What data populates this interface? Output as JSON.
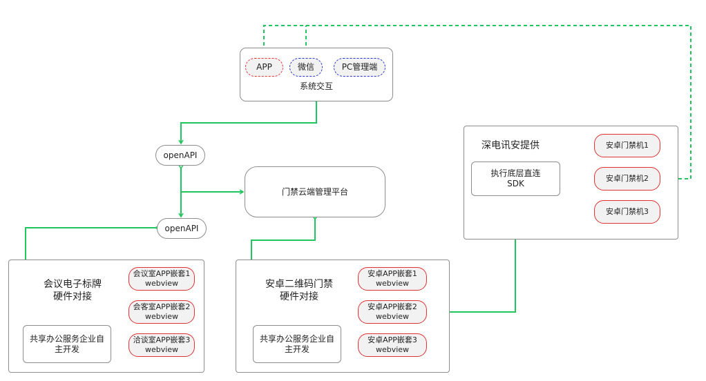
{
  "system": {
    "app": "APP",
    "wechat": "微信",
    "pc": "PC管理端",
    "title": "系统交互"
  },
  "openapi_top": "openAPI",
  "openapi_bottom": "openAPI",
  "platform": "门禁云端管理平台",
  "provider": {
    "title": "深电讯安提供",
    "sdk_line1": "执行底层直连",
    "sdk_line2": "SDK",
    "devices": [
      "安卓门禁机1",
      "安卓门禁机2",
      "安卓门禁机3"
    ]
  },
  "meeting": {
    "title_line1": "会议电子标牌",
    "title_line2": "硬件对接",
    "dev_line1": "共享办公服务企业自",
    "dev_line2": "主开发",
    "embeds": [
      {
        "name": "会议室APP嵌套1",
        "sub": "webview"
      },
      {
        "name": "会客室APP嵌套2",
        "sub": "webview"
      },
      {
        "name": "洽谈室APP嵌套3",
        "sub": "webview"
      }
    ]
  },
  "qr": {
    "title_line1": "安卓二维码门禁",
    "title_line2": "硬件对接",
    "dev_line1": "共享办公服务企业自",
    "dev_line2": "主开发",
    "embeds": [
      {
        "name": "安卓APP嵌套1",
        "sub": "webview"
      },
      {
        "name": "安卓APP嵌套2",
        "sub": "webview"
      },
      {
        "name": "安卓APP嵌套3",
        "sub": "webview"
      }
    ]
  },
  "colors": {
    "connector": "#21c55e",
    "red_outline": "#e03030",
    "blue_outline": "#2233cc"
  }
}
